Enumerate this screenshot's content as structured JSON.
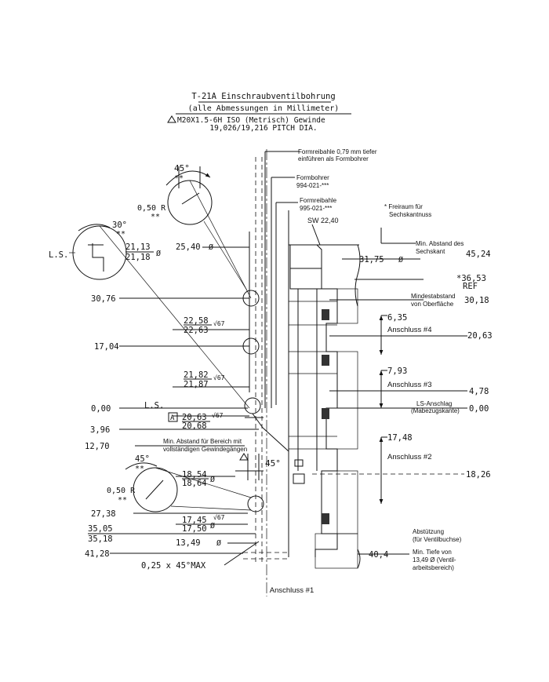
{
  "header": {
    "title": "T-21A Einschraubventilbohrung",
    "subtitle": "(alle Abmessungen in Millimeter)",
    "thread_line": "M20X1.5-6H ISO (Metrisch) Gewinde",
    "pitch_line": "19,026/19,216 PITCH DIA."
  },
  "callouts": {
    "formreibahle_079_1": "Formreibahle 0,79 mm tiefer",
    "formreibahle_079_2": "einführen als Formbohrer",
    "formbohrer": "Formbohrer",
    "formbohrer_pn": "994-021-***",
    "formreibahle": "Formreibahle",
    "formreibahle_pn": "995-021-***",
    "sw": "SW 22,40",
    "freiraum_1": "* Freiraum für",
    "freiraum_2": "Sechskantnuss",
    "min_abstand_1": "Min. Abstand des",
    "min_abstand_2": "Sechskant",
    "mindestabstand_1": "Mindestabstand",
    "mindestabstand_2": "von Oberfläche",
    "anschluss_4": "Anschluss #4",
    "anschluss_3": "Anschluss #3",
    "ls_anschlag_1": "LS-Anschlag",
    "ls_anschlag_2": "(Mabezugskante)",
    "anschluss_2": "Anschluss #2",
    "abstuetzung_1": "Abstützung",
    "abstuetzung_2": "(für Ventilbuchse)",
    "min_tiefe_1": "Min. Tiefe von",
    "min_tiefe_2": "13,49 Ø (Ventil-",
    "min_tiefe_3": "arbeitsbereich)",
    "min_abstand_bereich_1": "Min. Abstand für Bereich mit",
    "min_abstand_bereich_2": "vollständigen Gewindegängen",
    "anschluss_1": "Anschluss #1"
  },
  "dims": {
    "a45_top": "45°",
    "stars_top": "**",
    "r050_top": "0,50 R",
    "stars_r_top": "**",
    "a30": "30°",
    "stars_30": "**",
    "ls_left": "L.S.",
    "d2113": "21,13",
    "d2118": "21,18",
    "d2540": "25,40",
    "d3176": "31,75",
    "d4524": "45,24",
    "d3653": "*36,53",
    "ref": "REF",
    "d3076": "30,76",
    "d3018": "30,18",
    "d2258": "22,58",
    "d2263": "22,63",
    "d635": "6,35",
    "d2063r": "20,63",
    "d1704": "17,04",
    "d2182": "21,82",
    "d2187": "21,87",
    "d793": "7,93",
    "d478": "4,78",
    "d000l": "0,00",
    "ls_mid": "L.S.",
    "a_box": "A",
    "d2063": "20,63",
    "d2068": "20,68",
    "d000r": "0,00",
    "d396": "3,96",
    "d1270": "12,70",
    "a45_mid": "45°",
    "a45_low": "45°",
    "stars_low": "**",
    "d1748": "17,48",
    "d1854": "18,54",
    "d1864": "18,64",
    "d1826": "18,26",
    "r050_low": "0,50 R",
    "stars_r_low": "**",
    "d2738": "27,38",
    "d1745": "17,45",
    "d1750": "17,50",
    "d3505": "35,05",
    "d3518": "35,18",
    "d1349": "13,49",
    "d404": "40,4",
    "d4128": "41,28",
    "chamfer": "0,25 x 45°MAX",
    "v67": "√67",
    "dia": "Ø"
  }
}
